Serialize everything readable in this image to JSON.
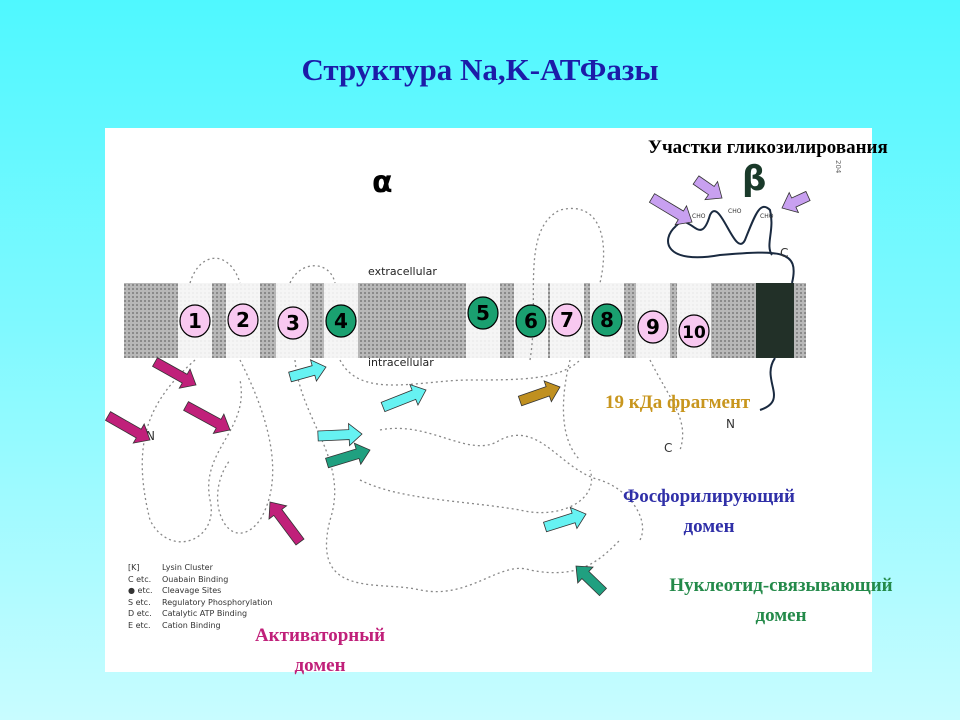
{
  "title": "Структура Na,K-АТФазы",
  "diagram": {
    "alpha_label": "α",
    "beta_label": "β",
    "extracellular_label": "extracellular",
    "intracellular_label": "intracellular",
    "n_terminus_alpha": "N",
    "n_terminus_beta": "N",
    "c_terminus_alpha": "C",
    "c_terminus_beta": "C",
    "beta_number": "204",
    "glyco_sites": [
      "CHO",
      "CHO",
      "CHO"
    ],
    "helices": [
      {
        "n": "1",
        "color": "pink"
      },
      {
        "n": "2",
        "color": "pink"
      },
      {
        "n": "3",
        "color": "pink"
      },
      {
        "n": "4",
        "color": "green"
      },
      {
        "n": "5",
        "color": "green"
      },
      {
        "n": "6",
        "color": "green"
      },
      {
        "n": "7",
        "color": "pink"
      },
      {
        "n": "8",
        "color": "green"
      },
      {
        "n": "9",
        "color": "pink"
      },
      {
        "n": "10",
        "color": "pink"
      }
    ],
    "legend": [
      {
        "symbol": "[K]",
        "label": "Lysin Cluster"
      },
      {
        "symbol": "C etc.",
        "label": "Ouabain Binding"
      },
      {
        "symbol": "● etc.",
        "label": "Cleavage Sites"
      },
      {
        "symbol": "S etc.",
        "label": "Regulatory Phosphorylation"
      },
      {
        "symbol": "D etc.",
        "label": "Catalytic ATP Binding"
      },
      {
        "symbol": "E etc.",
        "label": "Cation Binding"
      }
    ]
  },
  "annotations": {
    "glycosylation": "Участки гликозилирования",
    "fragment": "19 кДа фрагмент",
    "phosphorylating_1": "Фосфорилирующий",
    "phosphorylating_2": "домен",
    "nucleotide_1": "Нуклеотид-связывающий",
    "nucleotide_2": "домен",
    "activator_1": "Активаторный",
    "activator_2": "домен"
  },
  "colors": {
    "pink": "#f8c8f0",
    "green": "#1aa070",
    "magenta_arrow": "#c0207a",
    "cyan_arrow": "#66f2f2",
    "green_arrow": "#20a080",
    "gold_arrow": "#c09020",
    "lilac_arrow": "#c8a0f0"
  }
}
